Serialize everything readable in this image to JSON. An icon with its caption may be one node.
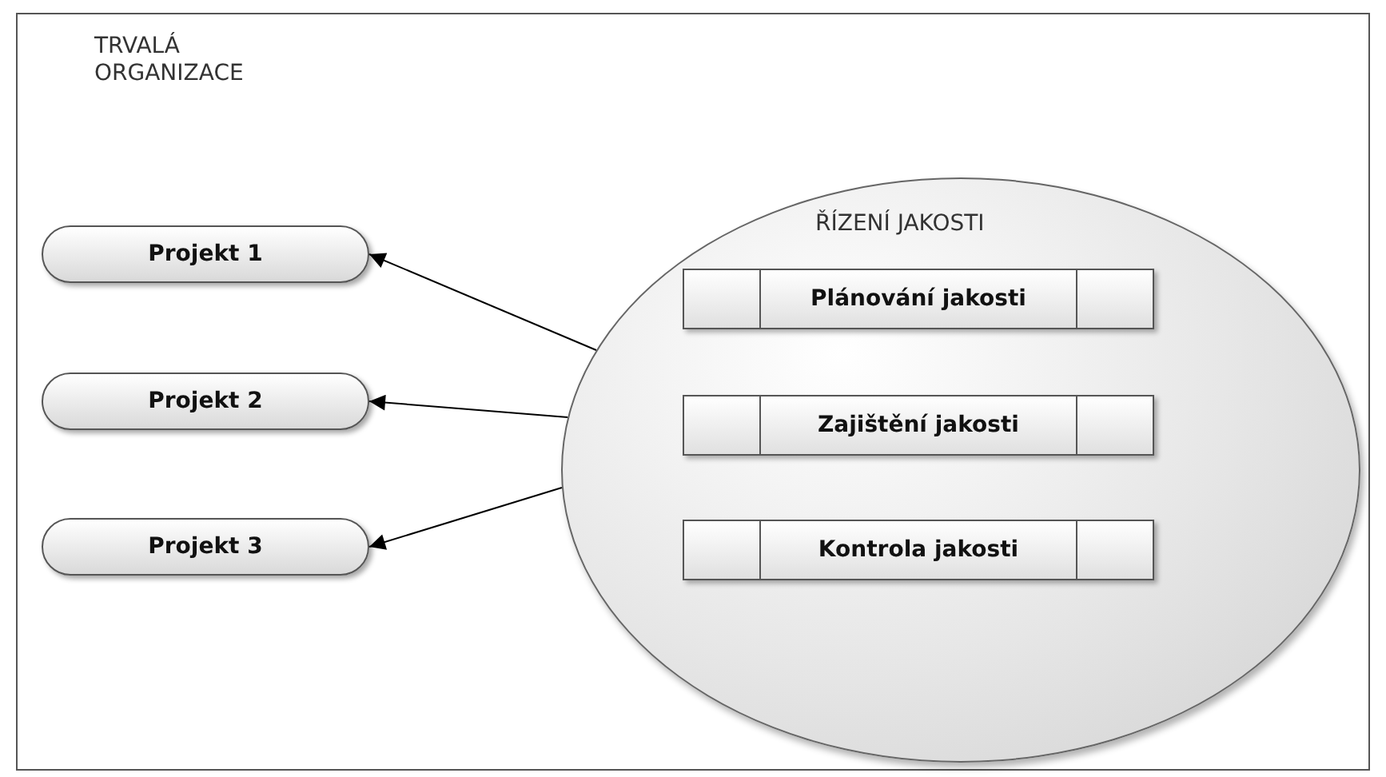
{
  "diagram": {
    "nodes": [
      {
        "text": [
          "TRVALÁ ORGANIZACE"
        ]
      },
      {
        "text": [
          "Projekt 1"
        ],
        "in": 0
      },
      {
        "text": [
          "Projekt 2"
        ],
        "in": 0
      },
      {
        "text": [
          "Projekt 3"
        ],
        "in": 0
      },
      {
        "text": [
          "ŘÍZENÍ JAKOSTI"
        ],
        "in": 0
      },
      {
        "text": [
          "Plánování jakosti"
        ],
        "in": 4
      },
      {
        "text": [
          "Zajištění jakosti"
        ],
        "in": 4
      },
      {
        "text": [
          "Kontrola jakosti"
        ],
        "in": 4
      }
    ],
    "edges": [
      {
        "from": 4,
        "to": 1,
        "arrow": "to"
      },
      {
        "from": 4,
        "to": 2,
        "arrow": "to"
      },
      {
        "from": 4,
        "to": 3,
        "arrow": "to"
      }
    ]
  }
}
